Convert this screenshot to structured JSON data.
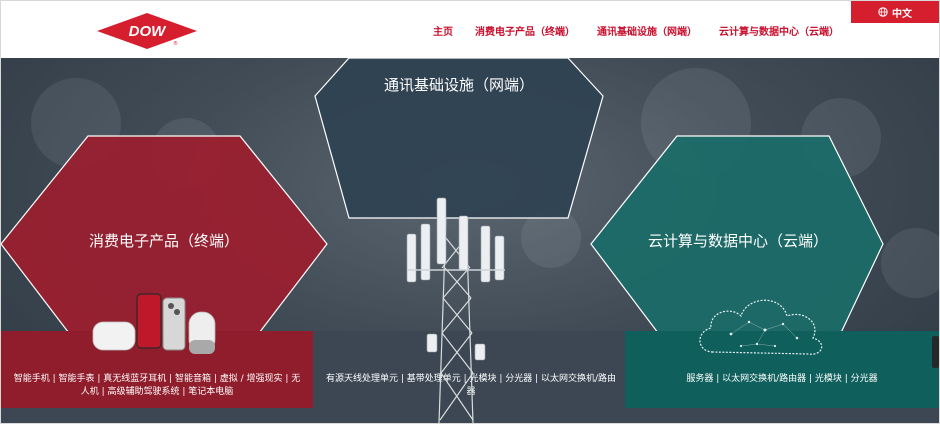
{
  "brand": {
    "logo_text": "DOW",
    "color": "#c8102e"
  },
  "nav": {
    "items": [
      {
        "label": "主页"
      },
      {
        "label": "消费电子产品（终端）"
      },
      {
        "label": "通讯基础设施（网端）"
      },
      {
        "label": "云计算与数据中心（云端）"
      }
    ]
  },
  "language": {
    "label": "中文",
    "icon": "globe-icon"
  },
  "hero": {
    "center_title": "通讯基础设施（网端）",
    "left_title": "消费电子产品（终端）",
    "right_title": "云计算与数据中心（云端）"
  },
  "panels": {
    "left": "智能手机 | 智能手表 | 真无线蓝牙耳机 | 智能音箱 | 虚拟 / 增强现实 | 无人机 | 高级辅助驾驶系统 | 笔记本电脑",
    "center": "有源天线处理单元 | 基带处理单元 | 光模块 | 分光器 | 以太网交换机/路由器",
    "right": "服务器 | 以太网交换机/路由器 | 光模块 | 分光器"
  },
  "colors": {
    "accent_red": "#c8102e",
    "hex_red": "#9b1e2e",
    "hex_navy": "#2f4253",
    "hex_teal": "#1a6c68"
  }
}
